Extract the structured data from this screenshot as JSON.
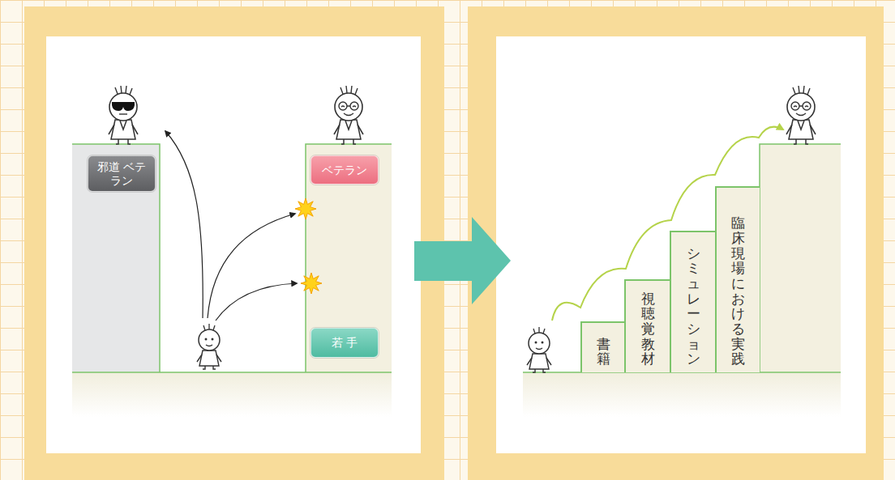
{
  "diagram": {
    "nodes": [
      {
        "text": [
          "邪道 ベテラン"
        ]
      },
      {
        "text": [
          "ベテラン"
        ]
      },
      {
        "text": [
          "若 手"
        ]
      },
      {
        "text": [
          "書籍"
        ]
      },
      {
        "text": [
          "視聴覚教材"
        ]
      },
      {
        "text": [
          "シミュレーション"
        ]
      },
      {
        "text": [
          "臨床現場における実践"
        ]
      }
    ]
  }
}
